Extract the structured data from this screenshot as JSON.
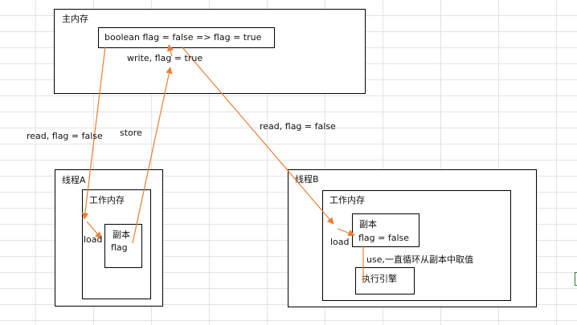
{
  "main_memory": {
    "title": "主内存",
    "flag_text": "boolean flag = false => flag = true"
  },
  "thread_a": {
    "title": "线程A",
    "working_memory": "工作内存",
    "copy_title": "副本",
    "copy_value": "flag"
  },
  "thread_b": {
    "title": "线程B",
    "working_memory": "工作内存",
    "copy_title": "副本",
    "copy_value": "flag = false",
    "engine": "执行引擎"
  },
  "edges": {
    "read_a": "read, flag = false",
    "store_a": "store",
    "write_a": "write, flag = true",
    "load_a": "load",
    "read_b": "read, flag = false",
    "load_b": "load",
    "use_b": "use,一直循环从副本中取值"
  },
  "colors": {
    "arrow": "#ed7d31",
    "border": "#000000"
  }
}
